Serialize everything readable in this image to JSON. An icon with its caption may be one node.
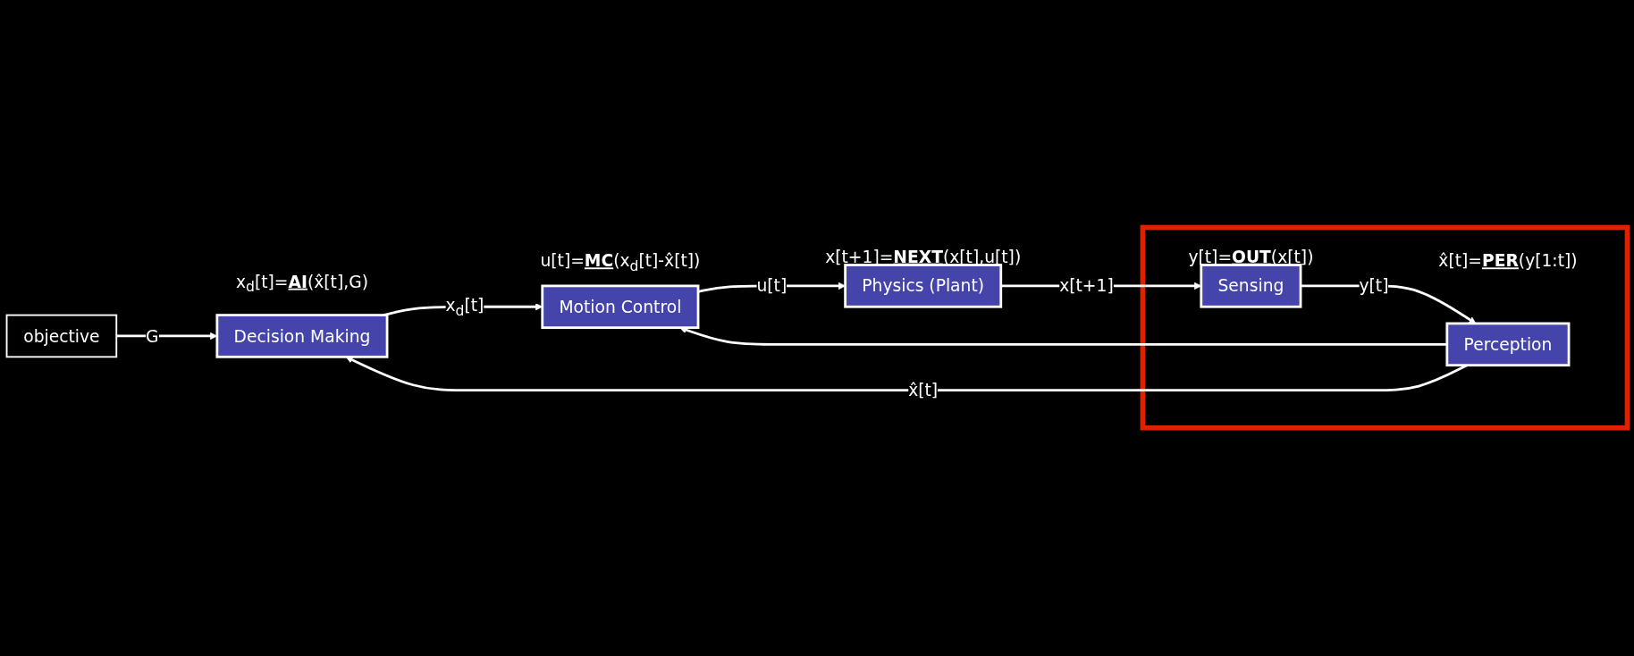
{
  "diagram": {
    "nodes": [
      {
        "text": [
          "objective"
        ]
      },
      {
        "text": [
          "Decision Making"
        ],
        "beside": [
          "x$_{d}$[t]=**AI**(x̂[t],G)"
        ]
      },
      {
        "text": [
          "Motion Control"
        ],
        "beside": [
          "u[t]=**MC**(x$_{d}$[t]-x̂[t])"
        ]
      },
      {
        "text": [
          "Physics (Plant)"
        ],
        "beside": [
          "x[t+1]=**NEXT**(x[t],u[t])"
        ]
      },
      {
        "text": [],
        "shape": "box"
      },
      {
        "text": [
          "Perception"
        ],
        "in": 4,
        "beside": [
          "x̂[t]=**PER**(y[1:t])"
        ]
      },
      {
        "text": [
          "Sensing"
        ],
        "in": 4,
        "beside": [
          "y[t]=**OUT**(x[t])"
        ]
      }
    ],
    "edges": [
      {
        "from": 0,
        "to": 1,
        "arrow": "to",
        "label": "G"
      },
      {
        "from": 1,
        "to": 2,
        "arrow": "to",
        "label": "x$_{d}$[t]"
      },
      {
        "from": 2,
        "to": 3,
        "arrow": "to",
        "label": "u[t]"
      },
      {
        "from": 3,
        "to": 6,
        "arrow": "to",
        "label": "x[t+1]"
      },
      {
        "from": 6,
        "to": 5,
        "arrow": "to",
        "label": "y[t]"
      },
      {
        "from": 5,
        "to": 1,
        "arrow": "to",
        "label": "x̂[t]"
      },
      {
        "from": 5,
        "to": 2,
        "arrow": "to"
      }
    ]
  }
}
